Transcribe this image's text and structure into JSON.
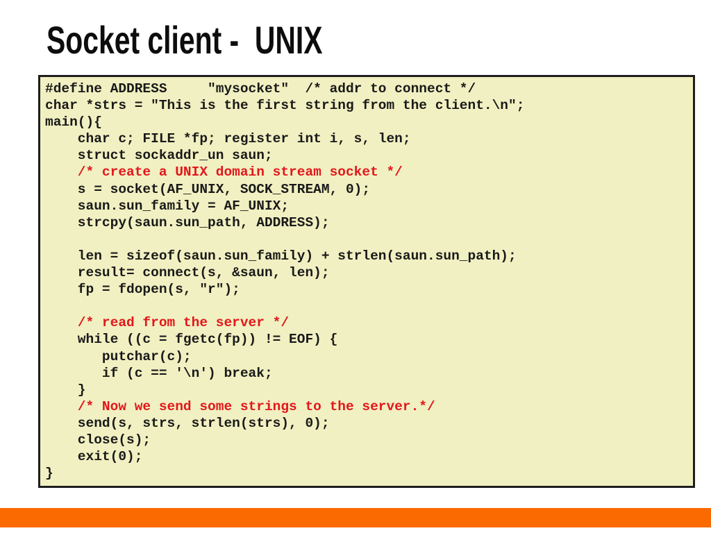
{
  "slide": {
    "title": "Socket client -  UNIX"
  },
  "colors": {
    "accent_orange": "#fb6a00",
    "code_panel_bg": "#f1f0c2",
    "code_panel_border": "#1e1e1e",
    "code_text": "#191919",
    "comment_red": "#e2171c",
    "title_text": "#0d0d0d"
  },
  "code": {
    "lines": [
      {
        "t": "#define ADDRESS     \"mysocket\"  /* addr to connect */",
        "red": false
      },
      {
        "t": "char *strs = \"This is the first string from the client.\\n\";",
        "red": false
      },
      {
        "t": "main(){",
        "red": false
      },
      {
        "t": "    char c; FILE *fp; register int i, s, len;",
        "red": false
      },
      {
        "t": "    struct sockaddr_un saun;",
        "red": false
      },
      {
        "t": "    /* create a UNIX domain stream socket */",
        "red": true
      },
      {
        "t": "    s = socket(AF_UNIX, SOCK_STREAM, 0);",
        "red": false
      },
      {
        "t": "    saun.sun_family = AF_UNIX;",
        "red": false
      },
      {
        "t": "    strcpy(saun.sun_path, ADDRESS);",
        "red": false
      },
      {
        "t": "",
        "red": false
      },
      {
        "t": "    len = sizeof(saun.sun_family) + strlen(saun.sun_path);",
        "red": false
      },
      {
        "t": "    result= connect(s, &saun, len);",
        "red": false
      },
      {
        "t": "    fp = fdopen(s, \"r\");",
        "red": false
      },
      {
        "t": "",
        "red": false
      },
      {
        "t": "    /* read from the server */",
        "red": true
      },
      {
        "t": "    while ((c = fgetc(fp)) != EOF) {",
        "red": false
      },
      {
        "t": "       putchar(c);",
        "red": false
      },
      {
        "t": "       if (c == '\\n') break;",
        "red": false
      },
      {
        "t": "    }",
        "red": false
      },
      {
        "t": "    /* Now we send some strings to the server.*/",
        "red": true
      },
      {
        "t": "    send(s, strs, strlen(strs), 0);",
        "red": false
      },
      {
        "t": "    close(s);",
        "red": false
      },
      {
        "t": "    exit(0);",
        "red": false
      },
      {
        "t": "}",
        "red": false
      }
    ]
  }
}
